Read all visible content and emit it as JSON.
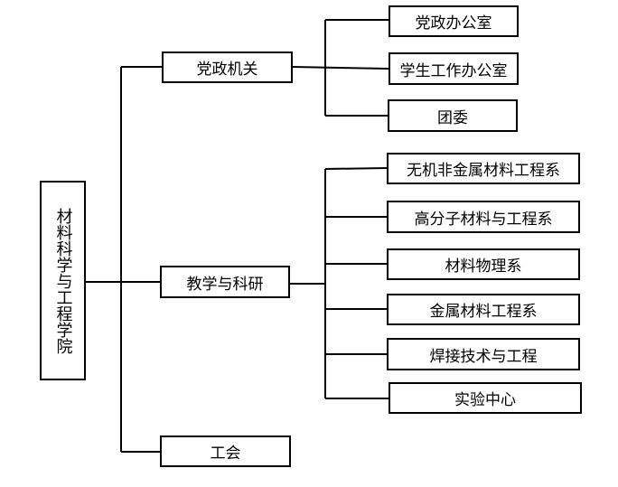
{
  "root": {
    "label": "材料科学与工程学院"
  },
  "branches": [
    {
      "label": "党政机关",
      "children": [
        "党政办公室",
        "学生工作办公室",
        "团委"
      ]
    },
    {
      "label": "教学与科研",
      "children": [
        "无机非金属材料工程系",
        "高分子材料与工程系",
        "材料物理系",
        "金属材料工程系",
        "焊接技术与工程",
        "实验中心"
      ]
    },
    {
      "label": "工会",
      "children": []
    }
  ]
}
